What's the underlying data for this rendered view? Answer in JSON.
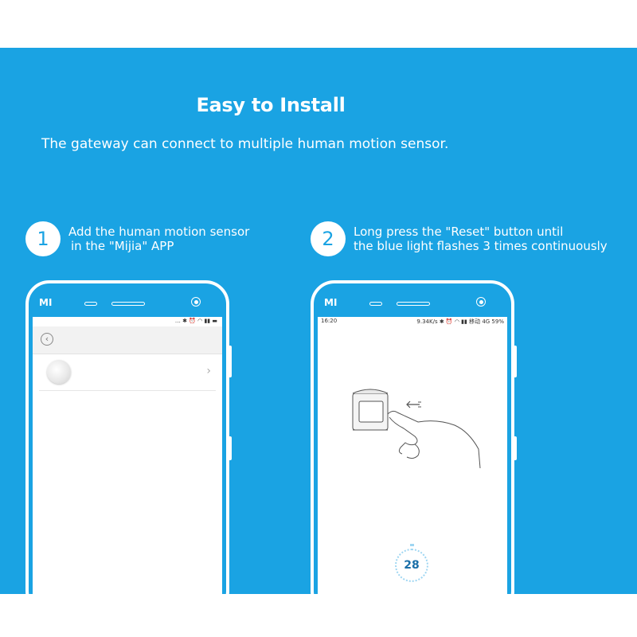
{
  "header": {
    "title": "Easy to Install",
    "subtitle": "The gateway can connect to multiple human motion sensor."
  },
  "steps": [
    {
      "number": "1",
      "line1": "Add the human motion sensor",
      "line2": "in the \"Mijia\" APP"
    },
    {
      "number": "2",
      "line1": "Long press the \"Reset\" button until",
      "line2": "the blue light flashes 3 times continuously"
    }
  ],
  "phone1": {
    "logo": "MI",
    "status_icons": "… ✱ ⏰ ◠ ▮▮ ▬"
  },
  "phone2": {
    "logo": "MI",
    "status_time": "16:20",
    "status_icons": "9.34K/s ✱ ⏰ ◠ ▮▮ 移动 4G 59%",
    "timer_value": "28"
  },
  "colors": {
    "background_blue": "#1aa3e3",
    "white": "#ffffff",
    "timer_text": "#1a6fa8"
  },
  "icons": {
    "back": "back-icon",
    "chevron": "chevron-right-icon",
    "camera": "camera-icon",
    "sensor": "motion-sensor-icon"
  }
}
